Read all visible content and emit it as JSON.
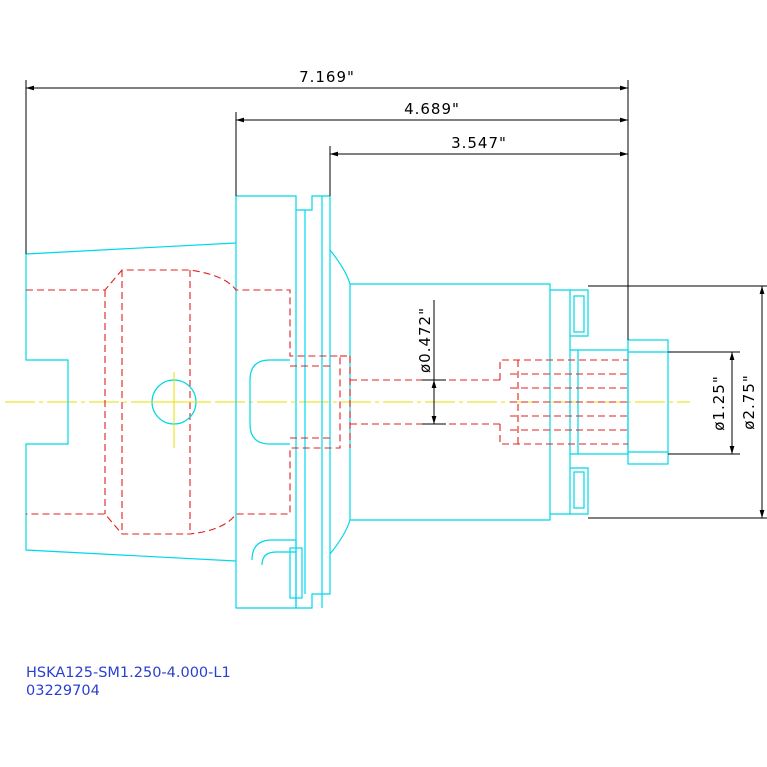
{
  "dimensions": {
    "overall_length": "7.169\"",
    "flange_to_end": "4.689\"",
    "body_length": "3.547\"",
    "bore_diameter": "ø0.472\"",
    "shank_diameter": "ø1.25\"",
    "body_diameter": "ø2.75\""
  },
  "title_block": {
    "part_number": "HSKA125-SM1.250-4.000-L1",
    "code": "03229704"
  },
  "colors": {
    "outline": "#00d8e8",
    "hidden": "#e02020",
    "dimension": "#000000",
    "centerline": "#e8e000",
    "title": "#2a3fd0"
  }
}
